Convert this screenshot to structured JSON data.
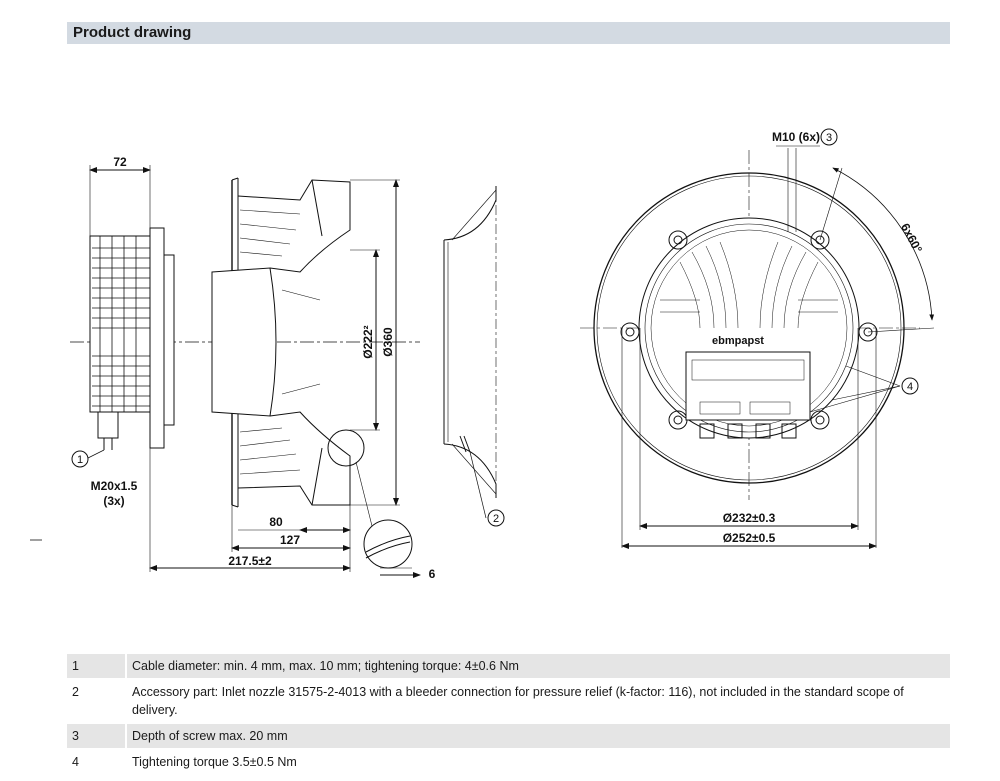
{
  "header": {
    "title": "Product drawing"
  },
  "dimensions": {
    "d72": "72",
    "d80": "80",
    "d127": "127",
    "d217": "217.5±2",
    "d6": "6",
    "d222": "Ø222²",
    "d360": "Ø360",
    "d232": "Ø232±0.3",
    "d252": "Ø252±0.5",
    "m10": "M10 (6x)",
    "angle": "6x60°",
    "m20": "M20x1.5",
    "m20count": "(3x)",
    "brand": "ebmpapst"
  },
  "callouts": {
    "c1": "1",
    "c2": "2",
    "c3": "3",
    "c4": "4"
  },
  "legend": [
    {
      "num": "1",
      "text": "Cable diameter: min. 4 mm, max. 10 mm; tightening torque: 4±0.6 Nm"
    },
    {
      "num": "2",
      "text": "Accessory part: Inlet nozzle 31575-2-4013 with a bleeder connection for pressure relief (k-factor: 116), not included in the standard scope of delivery."
    },
    {
      "num": "3",
      "text": "Depth of screw max. 20 mm"
    },
    {
      "num": "4",
      "text": "Tightening torque 3.5±0.5 Nm"
    }
  ]
}
